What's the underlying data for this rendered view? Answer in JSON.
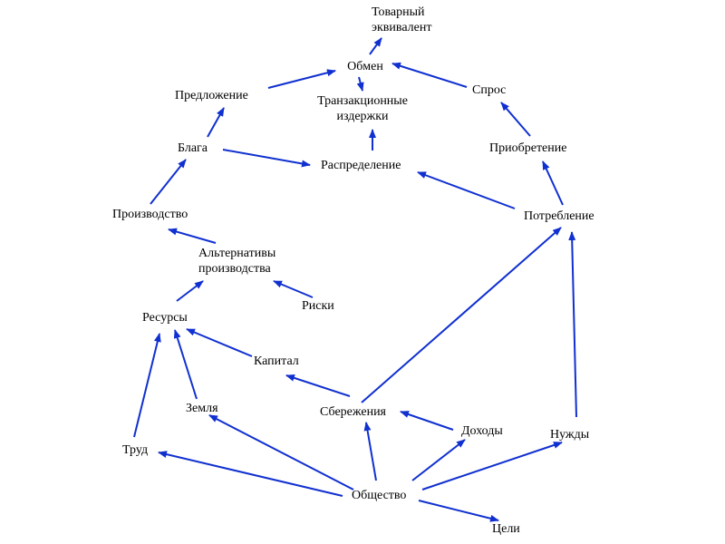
{
  "arrow_color": "#1030d0",
  "nodes": {
    "tovarny": {
      "line1": "Товарный",
      "line2": "эквивалент"
    },
    "obmen": {
      "label": "Обмен"
    },
    "tranzak": {
      "line1": "Транзакционные",
      "line2": "издержки"
    },
    "predlozhenie": {
      "label": "Предложение"
    },
    "spros": {
      "label": "Спрос"
    },
    "blaga": {
      "label": "Блага"
    },
    "raspredelenie": {
      "label": "Распределение"
    },
    "priobretenie": {
      "label": "Приобретение"
    },
    "proizvodstvo": {
      "label": "Производство"
    },
    "potreblenie": {
      "label": "Потребление"
    },
    "alternativy": {
      "line1": "Альтернативы",
      "line2": "производства"
    },
    "riski": {
      "label": "Риски"
    },
    "resursy": {
      "label": "Ресурсы"
    },
    "kapital": {
      "label": "Капитал"
    },
    "zemlya": {
      "label": "Земля"
    },
    "sberezheniya": {
      "label": "Сбережения"
    },
    "dohody": {
      "label": "Доходы"
    },
    "trud": {
      "label": "Труд"
    },
    "nuzhdy": {
      "label": "Нужды"
    },
    "obshchestvo": {
      "label": "Общество"
    },
    "tseli": {
      "label": "Цели"
    }
  },
  "edges": [
    {
      "from": "obmen",
      "to": "tovarny"
    },
    {
      "from": "predlozhenie",
      "to": "obmen"
    },
    {
      "from": "spros",
      "to": "obmen"
    },
    {
      "from": "obmen",
      "to": "tranzak"
    },
    {
      "from": "raspredelenie",
      "to": "tranzak"
    },
    {
      "from": "blaga",
      "to": "predlozhenie"
    },
    {
      "from": "blaga",
      "to": "raspredelenie"
    },
    {
      "from": "priobretenie",
      "to": "spros"
    },
    {
      "from": "potreblenie",
      "to": "priobretenie"
    },
    {
      "from": "potreblenie",
      "to": "raspredelenie"
    },
    {
      "from": "proizvodstvo",
      "to": "blaga"
    },
    {
      "from": "alternativy",
      "to": "proizvodstvo"
    },
    {
      "from": "riski",
      "to": "alternativy"
    },
    {
      "from": "resursy",
      "to": "alternativy"
    },
    {
      "from": "kapital",
      "to": "resursy"
    },
    {
      "from": "zemlya",
      "to": "resursy"
    },
    {
      "from": "trud",
      "to": "resursy"
    },
    {
      "from": "sberezheniya",
      "to": "kapital"
    },
    {
      "from": "sberezheniya",
      "to": "potreblenie"
    },
    {
      "from": "dohody",
      "to": "sberezheniya"
    },
    {
      "from": "nuzhdy",
      "to": "potreblenie"
    },
    {
      "from": "obshchestvo",
      "to": "zemlya"
    },
    {
      "from": "obshchestvo",
      "to": "trud"
    },
    {
      "from": "obshchestvo",
      "to": "sberezheniya"
    },
    {
      "from": "obshchestvo",
      "to": "dohody"
    },
    {
      "from": "obshchestvo",
      "to": "nuzhdy"
    },
    {
      "from": "obshchestvo",
      "to": "tseli"
    }
  ]
}
